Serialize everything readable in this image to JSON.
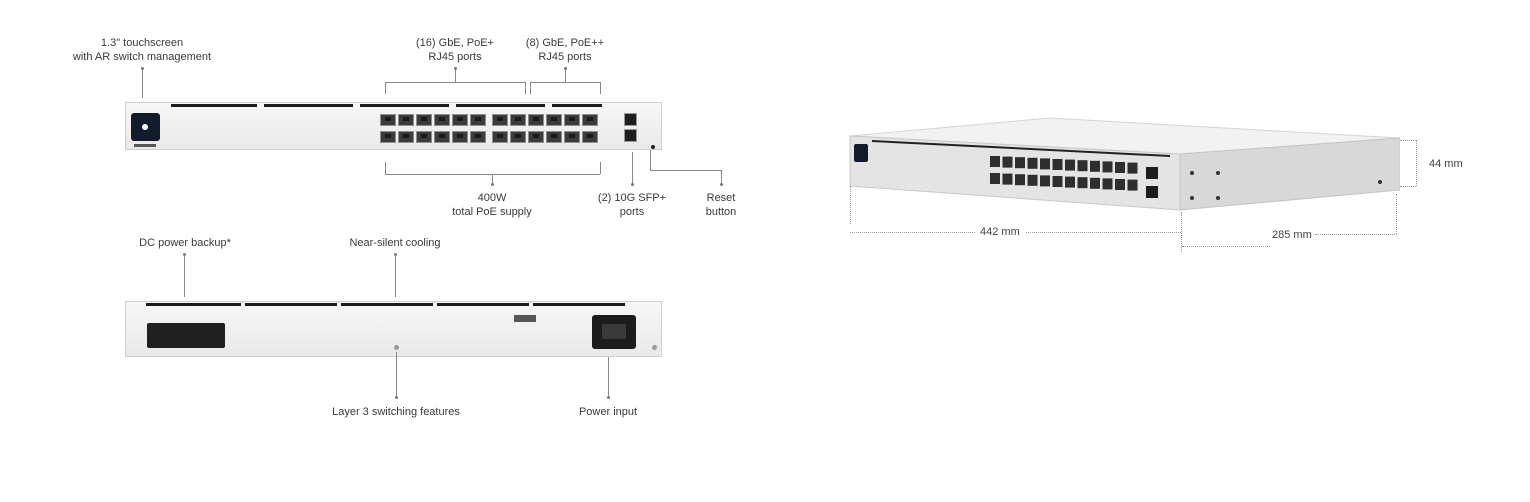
{
  "front_labels": {
    "touchscreen": [
      "1.3\" touchscreen",
      "with AR switch management"
    ],
    "gbe_poe_plus": [
      "(16) GbE, PoE+",
      "RJ45 ports"
    ],
    "gbe_poe_plusplus": [
      "(8) GbE, PoE++",
      "RJ45 ports"
    ],
    "poe_supply": [
      "400W",
      "total PoE supply"
    ],
    "sfp": [
      "(2) 10G SFP+",
      "ports"
    ],
    "reset": [
      "Reset",
      "button"
    ]
  },
  "rear_labels": {
    "dc_backup": "DC power backup*",
    "cooling": "Near-silent cooling",
    "layer3": "Layer 3 switching features",
    "power_input": "Power input"
  },
  "dimensions": {
    "width": "442 mm",
    "depth": "285 mm",
    "height": "44 mm"
  },
  "colors": {
    "panel": "#efefef",
    "screen": "#111b2c",
    "port": "#3b3b3b",
    "line": "#888888"
  }
}
